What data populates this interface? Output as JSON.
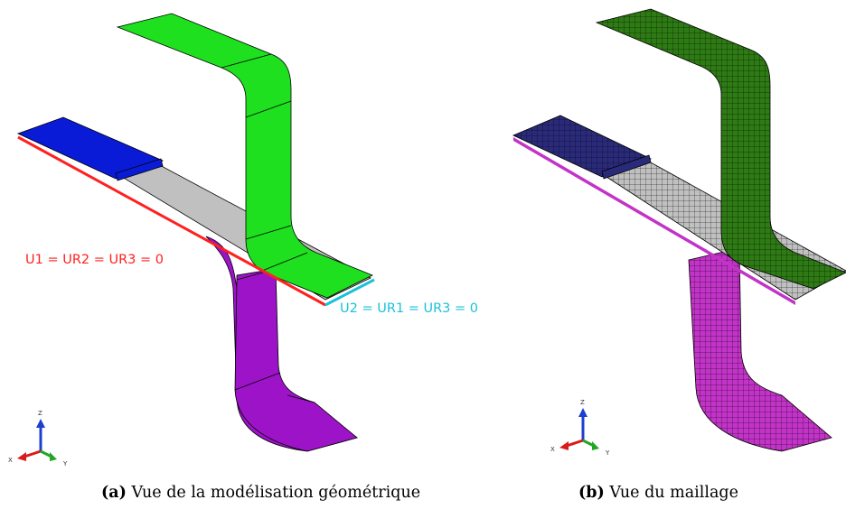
{
  "colors": {
    "blue_plate": "#0a1bd8",
    "gray_plate": "#c0c0c0",
    "green_part": "#1fe01f",
    "purple_part": "#9d14c8",
    "red_bc": "#ff2020",
    "cyan_bc": "#19c2d8",
    "mesh_blue": "#2a2a7a",
    "mesh_green": "#2e7a14",
    "mesh_purple": "#c233c8"
  },
  "panel_a": {
    "bc_red_label": "U1 = UR2 = UR3 = 0",
    "bc_cyan_label": "U2 = UR1 = UR3 = 0",
    "caption_tag": "(a)",
    "caption_text": "Vue de la modélisation géométrique",
    "triad": {
      "z": "Z",
      "x": "X",
      "y": "Y"
    }
  },
  "panel_b": {
    "caption_tag": "(b)",
    "caption_text": "Vue du maillage",
    "triad": {
      "z": "Z",
      "x": "X",
      "y": "Y"
    }
  }
}
